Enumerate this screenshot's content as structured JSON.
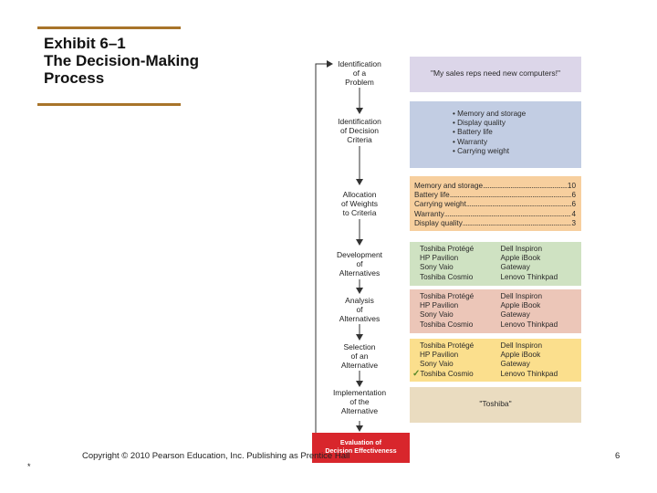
{
  "title": {
    "line1": "Exhibit 6–1",
    "line2": "The Decision-Making",
    "line3": "Process"
  },
  "steps": [
    {
      "lines": [
        "Identification",
        "of a",
        "Problem"
      ]
    },
    {
      "lines": [
        "Identification",
        "of Decision",
        "Criteria"
      ]
    },
    {
      "lines": [
        "Allocation",
        "of Weights",
        "to Criteria"
      ]
    },
    {
      "lines": [
        "Development",
        "of",
        "Alternatives"
      ]
    },
    {
      "lines": [
        "Analysis",
        "of",
        "Alternatives"
      ]
    },
    {
      "lines": [
        "Selection",
        "of an",
        "Alternative"
      ]
    },
    {
      "lines": [
        "Implementation",
        "of the",
        "Alternative"
      ]
    }
  ],
  "boxes": {
    "problem": {
      "text": "\"My sales reps need new computers!\"",
      "color": "#dcd6e9"
    },
    "criteria": {
      "color": "#c2cde3",
      "items": [
        "• Memory and storage",
        "• Display quality",
        "• Battery life",
        "• Warranty",
        "• Carrying weight"
      ]
    },
    "weights": {
      "color": "#f7cf9e",
      "items": [
        {
          "name": "Memory and storage",
          "weight": "10"
        },
        {
          "name": "Battery life",
          "weight": "6"
        },
        {
          "name": "Carrying weight",
          "weight": "6"
        },
        {
          "name": "Warranty",
          "weight": "4"
        },
        {
          "name": "Display quality",
          "weight": "3"
        }
      ]
    },
    "alternatives": {
      "color": "#cfe2c2",
      "left": [
        "Toshiba Protégé",
        "HP Pavilion",
        "Sony Vaio",
        "Toshiba Cosmio"
      ],
      "right": [
        "Dell Inspiron",
        "Apple iBook",
        "Gateway",
        "Lenovo Thinkpad"
      ]
    },
    "analysis": {
      "color": "#ecc6b8",
      "left": [
        "Toshiba Protégé",
        "HP Pavilion",
        "Sony Vaio",
        "Toshiba Cosmio"
      ],
      "right": [
        "Dell Inspiron",
        "Apple iBook",
        "Gateway",
        "Lenovo Thinkpad"
      ]
    },
    "selection": {
      "color": "#fbdf8d",
      "left": [
        "Toshiba Protégé",
        "HP Pavilion",
        "Sony Vaio",
        "Toshiba Cosmio"
      ],
      "right": [
        "Dell Inspiron",
        "Apple iBook",
        "Gateway",
        "Lenovo Thinkpad"
      ],
      "check": "✓"
    },
    "implementation": {
      "text": "\"Toshiba\"",
      "color": "#eadcc0"
    }
  },
  "evaluation": {
    "line1": "Evaluation of",
    "line2": "Decision Effectiveness",
    "color": "#d8262c"
  },
  "footer": {
    "copyright": "Copyright © 2010 Pearson Education, Inc. Publishing as Prentice Hall",
    "page": "6",
    "star": "*"
  },
  "colors": {
    "rule": "#a8742a",
    "arrow": "#333333"
  }
}
